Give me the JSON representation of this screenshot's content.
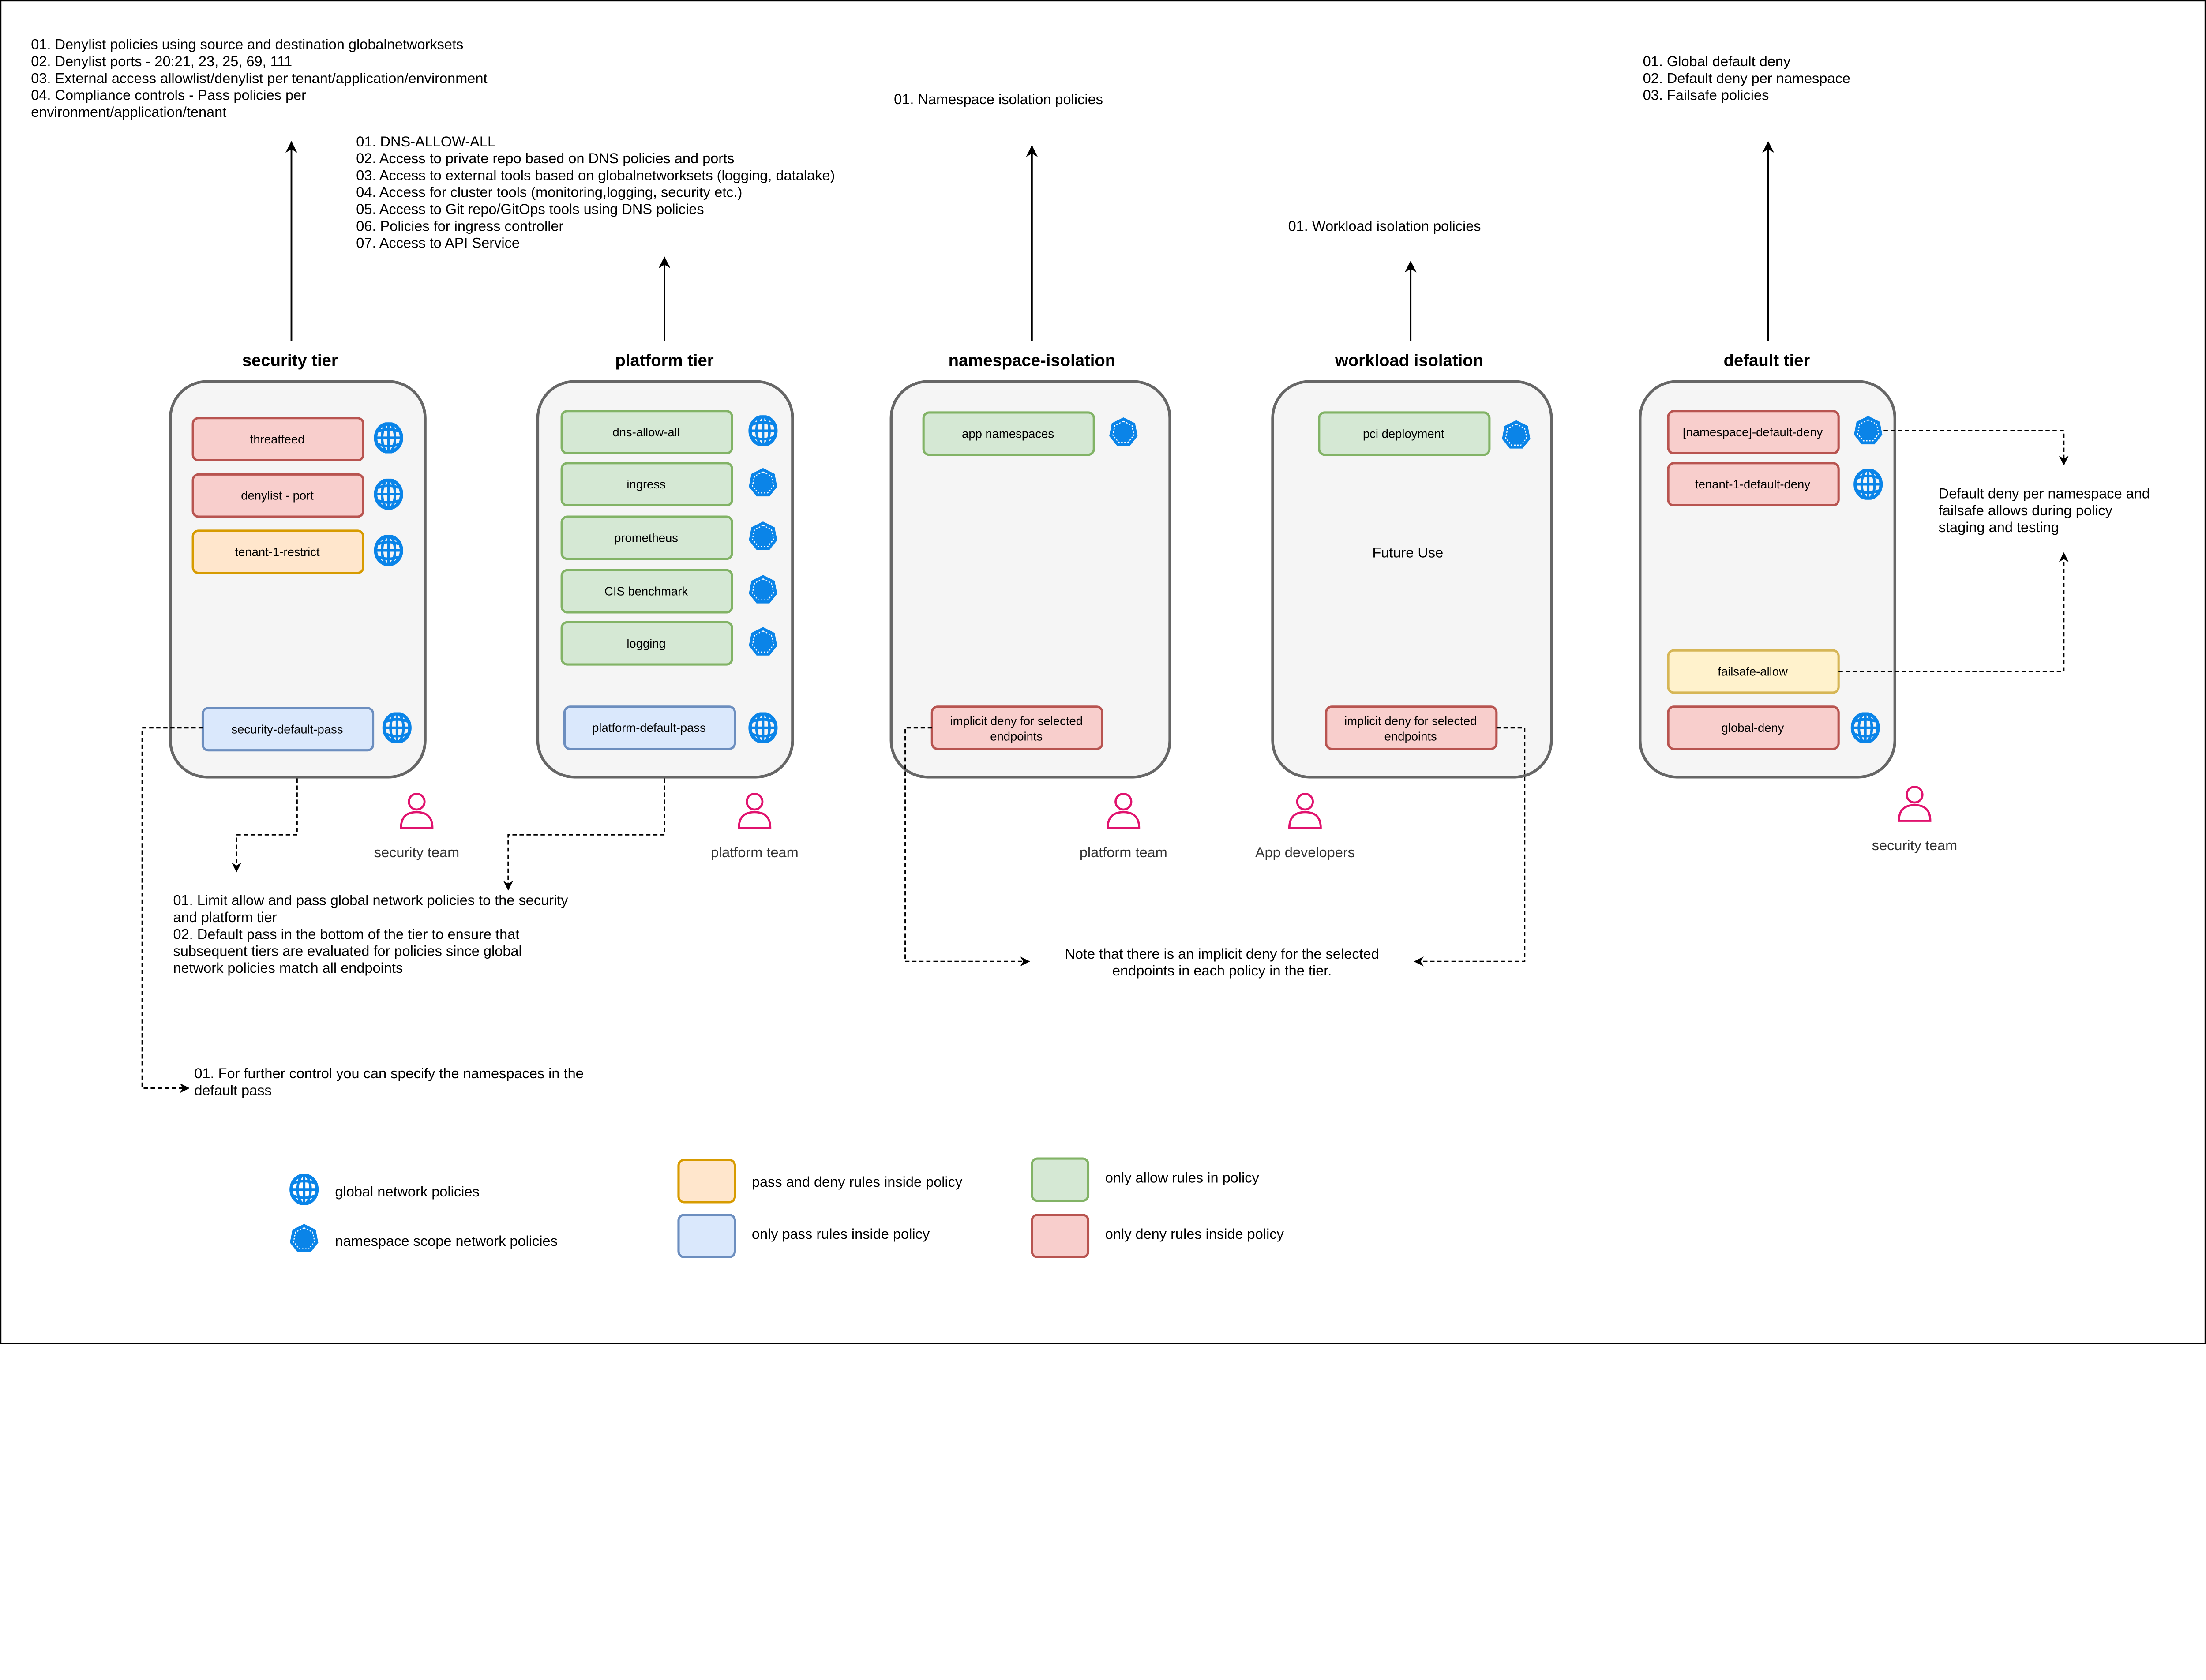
{
  "colors": {
    "icon_blue": "#0a84e8",
    "deny_fill": "#f8cecc",
    "deny_stroke": "#b85450",
    "allow_fill": "#d5e8d4",
    "allow_stroke": "#82b366",
    "pass_fill": "#dae8fc",
    "pass_stroke": "#6c8ebf",
    "passdeny_fill": "#ffe6cc",
    "passdeny_stroke": "#d79b00",
    "failsafe_fill": "#fff2cc",
    "failsafe_stroke": "#d6b656",
    "person": "#e0136e"
  },
  "notes": {
    "security": [
      "01. Denylist policies using source and destination globalnetworksets",
      "02. Denylist ports - 20:21, 23, 25, 69, 111",
      "03. External access allowlist/denylist per tenant/application/environment",
      "04. Compliance controls - Pass policies per",
      "environment/application/tenant"
    ],
    "platform": [
      "01. DNS-ALLOW-ALL",
      "02. Access to private repo based on DNS policies and ports",
      "03. Access to external tools based on globalnetworksets (logging, datalake)",
      "04. Access for cluster tools (monitoring,logging, security etc.)",
      "05. Access to Git repo/GitOps tools using DNS policies",
      "06. Policies for ingress controller",
      "07. Access to API Service"
    ],
    "namespace": [
      "01. Namespace isolation policies"
    ],
    "workload": [
      "01. Workload isolation policies"
    ],
    "default": [
      "01. Global default deny",
      "02. Default deny per namespace",
      "03. Failsafe policies"
    ],
    "pass_explanation": [
      "01. Limit allow and pass global network policies to the security",
      "and platform tier",
      "02. Default pass in the bottom of the tier to ensure that",
      "subsequent tiers are evaluated for policies since global",
      "network policies match all endpoints"
    ],
    "further_control": [
      "01. For further control you can specify the namespaces in the",
      "default pass"
    ],
    "implicit_deny": [
      "Note that there is an implicit deny for the selected",
      "endpoints in each policy in the tier."
    ],
    "default_deny": [
      "Default deny per namespace and",
      "failsafe allows during policy",
      "staging and testing"
    ]
  },
  "tiers": {
    "security": {
      "title": "security tier",
      "policies": [
        "threatfeed",
        "denylist - port",
        "tenant-1-restrict",
        "security-default-pass"
      ],
      "team": "security team"
    },
    "platform": {
      "title": "platform tier",
      "policies": [
        "dns-allow-all",
        "ingress",
        "prometheus",
        "CIS benchmark",
        "logging",
        "platform-default-pass"
      ],
      "team": "platform team"
    },
    "namespace": {
      "title": "namespace-isolation",
      "policies": [
        "app namespaces"
      ],
      "implicit": [
        "implicit deny for selected",
        "endpoints"
      ],
      "team": "platform team"
    },
    "workload": {
      "title": "workload isolation",
      "policies": [
        "pci deployment"
      ],
      "future": "Future Use",
      "implicit": [
        "implicit deny for selected",
        "endpoints"
      ],
      "team": "App developers"
    },
    "default": {
      "title": "default tier",
      "policies": [
        "[namespace]-default-deny",
        "tenant-1-default-deny",
        "failsafe-allow",
        "global-deny"
      ],
      "team": "security team"
    }
  },
  "legend": {
    "global": "global network policies",
    "namespace": "namespace scope network policies",
    "pass_deny": "pass and deny rules inside policy",
    "pass_only": "only pass rules inside policy",
    "allow_only": "only allow rules in policy",
    "deny_only": "only deny rules inside policy"
  }
}
